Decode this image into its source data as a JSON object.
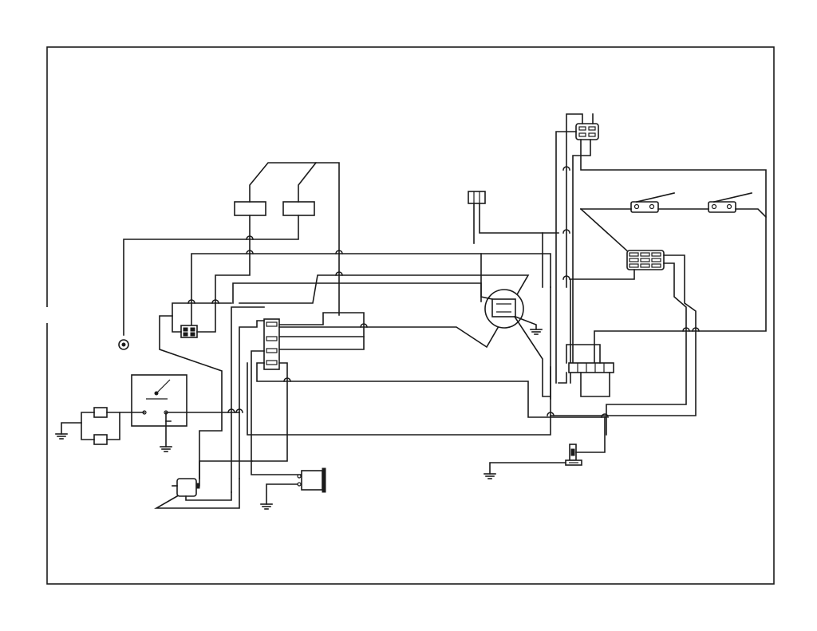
{
  "diagram": {
    "type": "wiring-schematic",
    "line_color": "#1a1a1a",
    "background": "#ffffff",
    "components": [
      "relay-box-left",
      "relay-box-right",
      "ring-terminal",
      "diode-connector",
      "ignition-switch-panel",
      "fuse-upper",
      "fuse-lower",
      "ground-left",
      "terminal-block",
      "starter-solenoid",
      "hour-meter",
      "ground-bottom-center",
      "three-pin-connector-top",
      "regulator-circle",
      "ground-regulator",
      "connector-top-right",
      "plunger-switch-1",
      "plunger-switch-2",
      "connector-six-pin",
      "connector-five-pin",
      "seat-switch",
      "ground-bottom-right"
    ]
  }
}
